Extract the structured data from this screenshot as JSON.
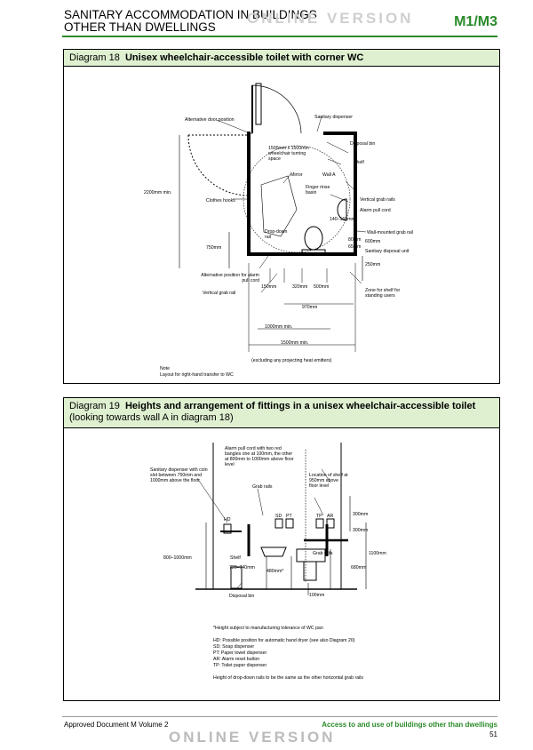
{
  "header": {
    "title_line1": "SANITARY ACCOMMODATION IN BUILDINGS",
    "title_line2": "OTHER THAN DWELLINGS",
    "watermark": "ONLINE VERSION",
    "doc_code": "M1/M3"
  },
  "diagram18": {
    "num": "Diagram 18",
    "title": "Unisex wheelchair-accessible toilet with corner WC",
    "labels": {
      "alt_door": "Alternative door position",
      "sanitary_dispenser": "Sanitary dispenser",
      "disposal_bin": "Disposal bin",
      "turning": "1500mm x 1500mm wheelchair turning space",
      "shelf": "Shelf",
      "mirror": "Mirror",
      "wall_a": "Wall A",
      "finger_basin": "Finger rinse basin",
      "vertical_grab_rails": "Vertical grab rails",
      "h2200": "2200mm min.",
      "clothes_hooks": "Clothes hooks",
      "alarm_pull_cord": "Alarm pull cord",
      "d140": "140–160mm",
      "drop_down_rail": "Drop-down rail",
      "wall_grab_rail": "Wall-mounted grab rail",
      "h750": "750mm",
      "d600": "600mm",
      "d80": "80mm",
      "d65": "65mm",
      "sanitary_disposal": "Sanitary disposal unit",
      "d250": "250mm",
      "alt_alarm": "Alternative position for alarm pull cord",
      "vertical_grab_rail": "Vertical grab rail",
      "d150": "150mm",
      "d320": "320mm",
      "d500": "500mm",
      "zone_shelf": "Zone for shelf for standing users",
      "d970": "970mm",
      "d1000": "1000mm min.",
      "d1500": "1500mm min.",
      "excl": "(excluding any projecting heat emitters)",
      "note1": "Note",
      "note2": "Layout for right-hand transfer to WC"
    }
  },
  "diagram19": {
    "num": "Diagram 19",
    "title_bold": "Heights and arrangement of fittings in a unisex wheelchair-accessible toilet",
    "title_rest": " (looking towards wall A in diagram 18)",
    "labels": {
      "alarm": "Alarm pull cord with two red bangles one at 100mm, the other at 800mm to 1000mm above floor level",
      "san_disp": "Sanitary dispenser with coin slot between 750mm and 1000mm above the floor",
      "grab_rails": "Grab rails",
      "shelf_loc": "Location of shelf at 950mm above floor level",
      "hd": "HD",
      "sd": "SD",
      "pt": "PT",
      "tp": "TP",
      "ar": "AR",
      "d300a": "300mm",
      "d300b": "300mm",
      "d800": "800–1000mm",
      "shelf": "Shelf",
      "grab_rails2": "Grab rails",
      "d1100": "1100mm",
      "d720": "720–740mm",
      "d480": "480mm*",
      "d680": "680mm",
      "d100": "100mm",
      "disposal_bin": "Disposal bin",
      "footnote": "*Height subject to manufacturing tolerance of WC pan",
      "leg_hd": "HD:  Possible position for automatic hand dryer (see also Diagram 20)",
      "leg_sd": "SD:  Soap dispenser",
      "leg_pt": "PT:  Paper towel dispenser",
      "leg_ar": "AR:  Alarm reset button",
      "leg_tp": "TP:  Toilet paper dispenser",
      "leg_drop": "Height of drop-down rails to be the same as the other horizontal grab rails"
    }
  },
  "footer": {
    "left": "Approved Document M Volume 2",
    "right": "Access to and use of buildings other than dwellings",
    "watermark": "ONLINE VERSION",
    "page": "51"
  }
}
